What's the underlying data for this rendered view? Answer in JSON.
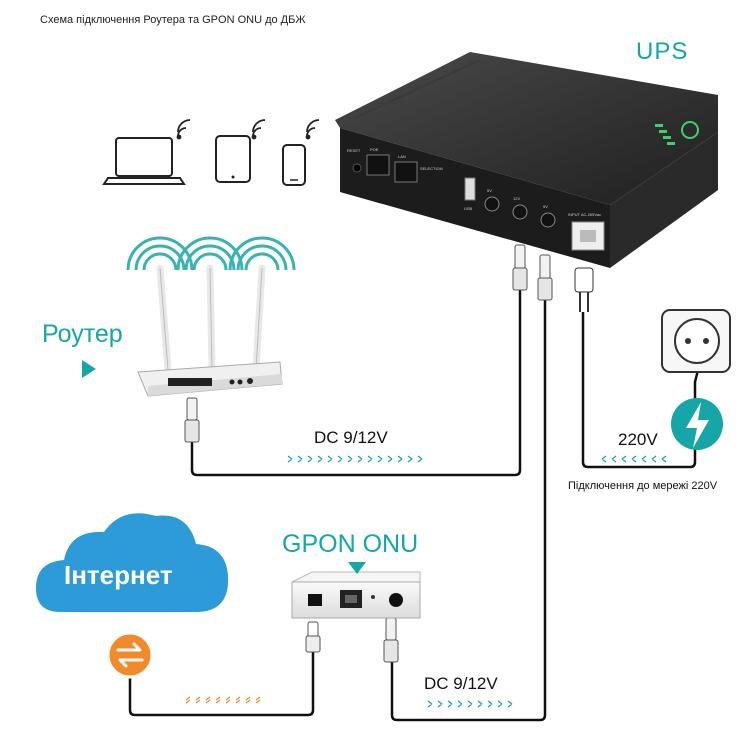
{
  "title": "Схема підключення Роутера та GPON ONU до ДБЖ",
  "ups_label": "UPS",
  "router_label": "Роутер",
  "gpon_label": "GPON ONU",
  "internet_label": "Інтернет",
  "dc_label_router": "DC 9/12V",
  "dc_label_onu": "DC 9/12V",
  "voltage_label": "220V",
  "mains_caption": "Підключення до мережі 220V",
  "ups_panel": {
    "reset": "RESET",
    "poe": "POE",
    "lan": "LAN",
    "selection": "SELECTION",
    "usb": "USB",
    "port_5v": "5V",
    "port_12v": "12V",
    "port_9v": "9V",
    "input": "INPUT AC-265Vac"
  },
  "colors": {
    "accent": "#16a6a8",
    "internet_cloud": "#2d9bd8",
    "exchange_badge": "#f08a2a",
    "ups_body": "#2b2b2b"
  },
  "icons": [
    "laptop-icon",
    "tablet-icon",
    "phone-icon",
    "wifi-icon",
    "power-socket-icon",
    "lightning-icon",
    "exchange-arrows-icon"
  ]
}
